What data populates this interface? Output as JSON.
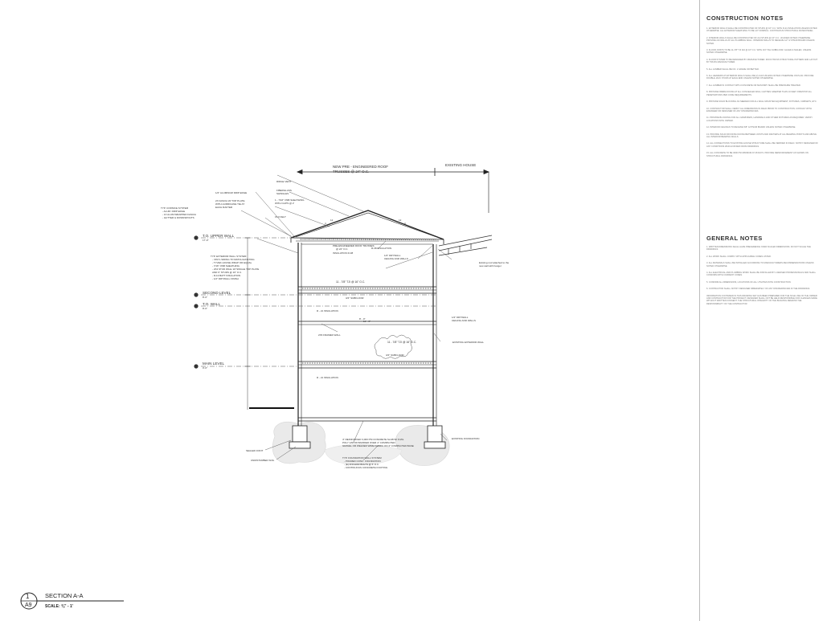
{
  "sheet": {
    "construction_notes": {
      "title": "CONSTRUCTION  NOTES",
      "items": [
        "1.    EXTERIOR WALLS SHALL BE CONSTRUCTED OF STUDS @ 16\" O.C. WITH R-21 INSULATION UNLESS NOTED OTHERWISE. ALL EXTERIOR SHEATHING TO BE 1/2\" NOMINAL. CONTINUOUS STRUCTURAL RATED PANEL.",
        "2.    INTERIOR WALLS SHALL BE CONSTRUCTED OF 2x4 STUDS @ 16\" O.C. UN-IFIED NOTED OTHERWISE. PROVIDE 2x6 WALLS AT ALL PLUMBING WALL. INTERIOR WALLS TO RECEIVE 1/2\" GYPSUM BOARD UNLESS NOTED.",
        "3.    FLOOR JOISTS TO BE 11-7/8\" TJI 110 @ 16\" O.C. WITH 3/4\" T&G SUBFLOOR. GLUED & NAILED, UNLESS NOTED OTHERWISE.",
        "4.    FLOOR SYSTEM TO BE DESIGNED BY MANUFACTURER. ROOF TRUSS STRUCTURAL PATTERN AND LAYOUT BY TRUSS MANUFACTURER.",
        "5.    ALL LUMBER SHALL BE NO. 2 GRADE OR BETTER.",
        "6.    ALL HEADERS AT EXTERIOR WALLS SHALL BE (2) 2x10 UNLESS NOTED OTHERWISE ON PLAN. PROVIDE DOUBLE JACK STUDS AT EACH END UNLESS NOTED OTHERWISE.",
        "7.    ALL LUMBER IN CONTACT WITH CONCRETE OR MASONRY SHALL BE PRESSURE TREATED.",
        "8.    PROVIDE FIREBLOCKING AT ALL CONCEALED WALL CAVITIES GREATER THAN 10 FEET. FIRESTOP ALL PENETRATIONS PER CODE REQUIREMENTS.",
        "9.    PROVIDE SOLID BLOCKING AS NEEDED FOR ALL WALL MOUNTED EQUIPMENT, FIXTURES, CABINETS, ETC.",
        "10.   CONTRACTOR SHALL VERIFY ALL DIMENSIONS IN FIELD PRIOR TO CONSTRUCTION. CONSULT WITH ENGINEER OR DESIGNER OF ANY DISCREPANCIES.",
        "11.   PROVIDE BLOCKING FOR ALL GRAB BARS, HANDRAILS AND OTHER FIXTURES AS REQUIRED. VERIFY LOCATIONS WITH OWNER.",
        "12.   INTERIOR CEILINGS TO RECEIVE 5/8\" GYPSUM BOARD UNLESS NOTED OTHERWISE.",
        "13.   PROVIDE SOLID WOOD BLOCKING BETWEEN JOISTS AND RAFTERS AT ALL BEARING POINTS AND ABOVE ALL INTERIOR BEARING WALLS.",
        "14.   ALL CONNECTIONS TO EXISTING HOUSE STRUCTURE SHALL BE VERIFIED IN FIELD. NOTIFY DESIGNER OF ANY CONDITIONS WHICH DIFFER FROM DRAWINGS.",
        "15.   ALL CONCRETE TO BE 3000 PSI MINIMUM AT 28 DAYS. PROVIDE REINFORCEMENT AS SHOWN ON STRUCTURAL DRAWINGS."
      ]
    },
    "general_notes": {
      "title": "GENERAL NOTES",
      "items": [
        "1.    WRITTEN DIMENSIONS SHALL HAVE PRECEDENCE OVER SCALED DIMENSIONS. DO NOT SCALE THE DRAWINGS.",
        "2.    ALL WORK SHALL COMPLY WITH APPLICABLE CODES LISTED.",
        "3.    ALL MATERIALS SHALL BE INSTALLED ACCORDING TO MANUFACTURERS RECOMMENDATIONS UNLESS NOTED OTHERWISE.",
        "4.    ALL ELECTRICAL AND PLUMBING WORK SHALL BE INSTALLED BY LICENSED PROFESSIONALS AND SHALL CONFORM WITH CURRENT CODES.",
        "5.    CONFIRM ALL DIMENSIONS, LOCATIONS OF ALL UTILITIES WITH CONSTRUCTION.",
        "6.    CONTRACTOR SHALL NOTIFY DESIGNER IMMEDIATELY OF ANY DISCREPANCIES IN THE DRAWINGS.",
        "INFORMATION CONTAINED IN THIS DRAWING SET HAS BEEN PREPARED FOR THE SOLE USE OF THE OWNER AND CONTRACTOR FOR THE PROJECT. DESIGNER SHALL NOT BE HELD RESPONSIBLE FOR CHANGES MADE WITHOUT WRITTEN CONSENT. THE STRUCTURAL INTEGRITY OF THE BUILDING REMAINS THE RESPONSIBILITY OF THE CONTRACTOR."
      ]
    },
    "title_block": {
      "detail_number": "1",
      "sheet_number": "A9",
      "title": "SECTION A-A",
      "scale": "SCALE: ⅜\" - 1'"
    }
  },
  "section": {
    "roof_trusses": "NEW PRE - ENGINEERED ROOF",
    "roof_trusses_2": "TRUSSES @ 24\" O.C.",
    "existing_house": "EXISTING HOUSE",
    "ridge_vent": "RIDGE VENT",
    "asphalt_shingles": "FIBERGLASS",
    "asphalt_shingles_2": "SHINGLES",
    "roof_sheathing": "1 - 7/16\" OSB SHEATHING",
    "roof_sheathing_2": "WITH CLIPS @ 2'",
    "felt": "15 # FELT",
    "drip_edge": "1/2\" ALUMINUM DRIP EDGE",
    "soffit_vent": "2X FASCIA W/ TOP PLATE",
    "soffit_vent_2": "WITH HURRICANE TIE AT",
    "soffit_vent_3": "EACH RAFTER",
    "cornice_1": "TYP. CORNICE SYSTEM",
    "cornice_2": "- ALUM. DRIP EDGE",
    "cornice_3": "- 1X ALUM WRAPPED FASCIA",
    "cornice_4": "- GUTTER & DOWNSPOUTS",
    "pitch_left": "12",
    "pitch_left_2": "4",
    "pitch_right": "12",
    "pitch_right_2": "4",
    "level_upper_wall": "T.O. UPPER WALL",
    "level_upper_wall_elev": "17'-0\"",
    "level_second": "SECOND LEVEL",
    "level_second_elev": "8'-0\"",
    "level_wall": "T.O. WALL",
    "level_wall_elev": "8'-0\"",
    "level_main": "MAIN LEVEL",
    "level_main_elev": "0'-0\"",
    "ext_wall_1": "TYP. EXTERIOR WALL SYSTEM",
    "ext_wall_2": "- VINYL SIDING TO MATCH EXISTING",
    "ext_wall_3": "- TYVEK HOUSE WRAP OR EQUAL",
    "ext_wall_4": "- 7/16\" OSB SHEATHING",
    "ext_wall_5": "- 2X4 STUD WALL W/ SINGLE TOP PLATE",
    "ext_wall_6": "AND 6\" STUDS @ 16\" O.C.",
    "ext_wall_7": "- R-13 BATT INSULATION",
    "ext_wall_8": "- 1/2\" DRYWALL FINISH",
    "pre_eng_trusses": "PRE-ENGINEERED ROOF TRUSSES",
    "pre_eng_trusses_2": "@ 24\" O.C.",
    "insulation_top": "INSULATION R-38",
    "r38_top": "R-38 INSULATION",
    "drywall_top": "1/2\" DRYWALL",
    "drywall_top_2": "CEILING AND WALLS",
    "existing_roof": "Existing roof attached to the",
    "existing_roof_2": "new wall with hanger",
    "joist_upper": "11 - 7/8\" TJI @ 16\" O.C.",
    "subfloor_upper": "3/4\" SUBFLOOR",
    "dim_upper": "8' - 0\"",
    "r21_insulation": "R - 21 INSULATION",
    "dim_main": "11' - 0\"",
    "drywall_main": "1/2\" DRYWALL",
    "drywall_main_2": "CEILING AND WALLS",
    "stud_wall": "2X6 FRAMED WALL",
    "existing_exterior_wall": "EXISTING EXTERIOR WALL",
    "joist_main": "11 - 7/8\" TJI @ 16\" O.C.",
    "subfloor_main": "3/4\" SUBFLOOR",
    "r21_lower": "R - 21 INSULATION",
    "existing_foundation": "EXISTING FOUNDATION",
    "concrete_1": "4\" REINFORCED 3,000 PSI CONCRETE SLAB W/ 6 MIL",
    "concrete_2": "POLY VAPOR BARRIER OVER 4\" COMPACTED",
    "concrete_3": "GRAVEL OR WELDED WIRE FABRIC ON 4\" COMPACTED BASE",
    "foundation_1": "TYP. FOUNDATION WALL SYSTEM",
    "foundation_2": "- POURED CONC. FOUNDATION",
    "foundation_3": "- (E) ANCHOR BOLTS @ 6' O.C.",
    "foundation_4": "- CONTINUOUS CONCRETE FOOTING",
    "sealer": "SEALER JOINT",
    "undisturbed_soil": "UNDISTURBED SOIL"
  }
}
